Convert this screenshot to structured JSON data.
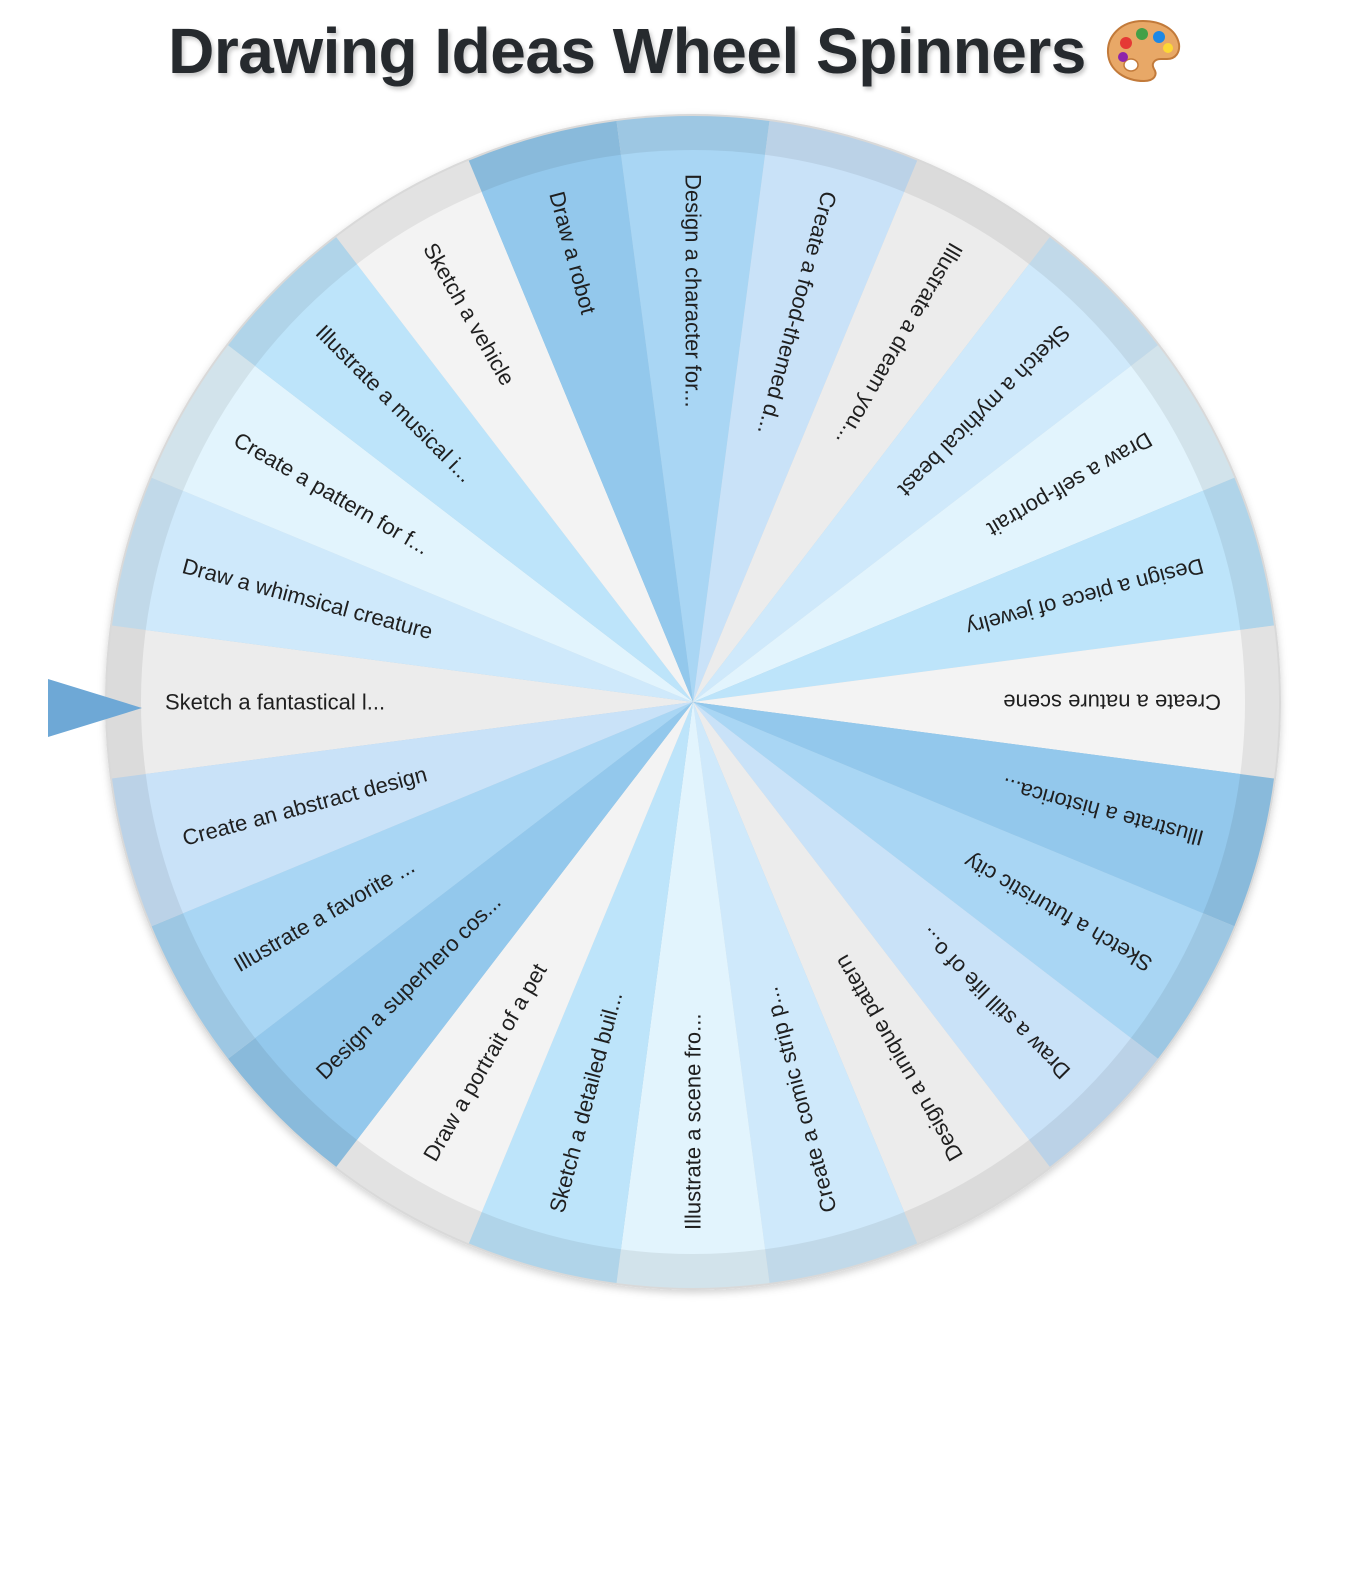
{
  "title": "Drawing Ideas Wheel Spinners",
  "title_icon": "artist-palette-icon",
  "selected_index": 0,
  "segments": [
    {
      "label": "Sketch a fantastical l...",
      "color": "#ececec"
    },
    {
      "label": "Draw a whimsical creature",
      "color": "#cfe9fb"
    },
    {
      "label": "Create a pattern for f...",
      "color": "#e2f4fd"
    },
    {
      "label": "Illustrate a musical i...",
      "color": "#bde4fa"
    },
    {
      "label": "Sketch a vehicle",
      "color": "#f3f3f3"
    },
    {
      "label": "Draw a robot",
      "color": "#93c8ec"
    },
    {
      "label": "Design a character for...",
      "color": "#a9d6f4"
    },
    {
      "label": "Create a food-themed d...",
      "color": "#c9e2f8"
    },
    {
      "label": "Illustrate a dream you...",
      "color": "#ececec"
    },
    {
      "label": "Sketch a mythical beast",
      "color": "#cfe9fb"
    },
    {
      "label": "Draw a self-portrait",
      "color": "#e2f4fd"
    },
    {
      "label": "Design a piece of jewelry",
      "color": "#bde4fa"
    },
    {
      "label": "Create a nature scene",
      "color": "#f3f3f3"
    },
    {
      "label": "Illustrate a historica...",
      "color": "#93c8ec"
    },
    {
      "label": "Sketch a futuristic city",
      "color": "#a9d6f4"
    },
    {
      "label": "Draw a still life of o...",
      "color": "#c9e2f8"
    },
    {
      "label": "Design a unique pattern",
      "color": "#ececec"
    },
    {
      "label": "Create a comic strip p...",
      "color": "#cfe9fb"
    },
    {
      "label": "Illustrate a scene fro...",
      "color": "#e2f4fd"
    },
    {
      "label": "Sketch a detailed buil...",
      "color": "#bde4fa"
    },
    {
      "label": "Draw a portrait of a pet",
      "color": "#f3f3f3"
    },
    {
      "label": "Design a superhero cos...",
      "color": "#93c8ec"
    },
    {
      "label": "Illustrate a favorite ...",
      "color": "#a9d6f4"
    },
    {
      "label": "Create an abstract design",
      "color": "#c9e2f8"
    }
  ],
  "pointer_color": "#6ea8d6",
  "wheel_border_color": "#dcdcdc"
}
